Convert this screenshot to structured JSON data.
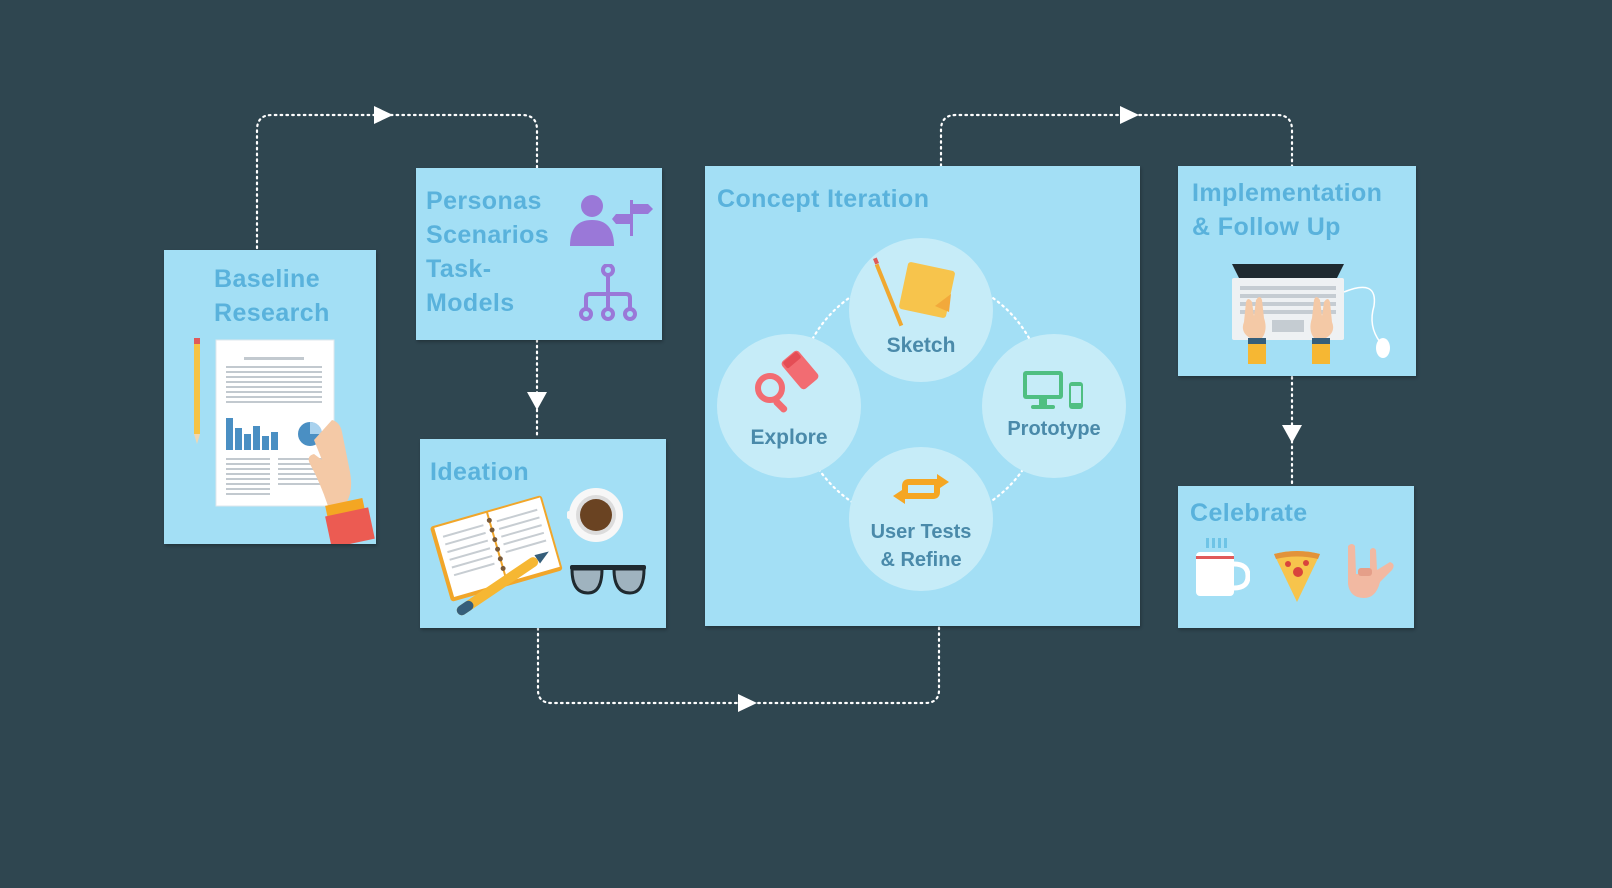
{
  "colors": {
    "background": "#2f4650",
    "panel": "#a3dff5",
    "title_text": "#59b2dc",
    "circle": "#c6ecf8",
    "circle_label": "#4a8aaa",
    "connector": "#ffffff",
    "persona_icon": "#9a78d8",
    "explore_icon": "#f26c72",
    "sketch_icon": "#f7c44c",
    "prototype_icon": "#4fbf82",
    "refine_icon": "#f5a623"
  },
  "stages": {
    "baseline": {
      "line1": "Baseline",
      "line2": "Research",
      "icon": "research-document-icon"
    },
    "personas": {
      "line1": "Personas",
      "line2": "Scenarios",
      "line3": "Task-",
      "line4": "Models",
      "icons": [
        "person-signpost-icon",
        "hierarchy-tree-icon"
      ]
    },
    "ideation": {
      "title": "Ideation",
      "icons": [
        "notebook-pen-icon",
        "coffee-cup-icon",
        "glasses-icon"
      ]
    },
    "concept": {
      "title": "Concept Iteration",
      "steps": {
        "sketch": {
          "label": "Sketch",
          "icon": "pencil-paper-icon"
        },
        "prototype": {
          "label": "Prototype",
          "icon": "devices-icon"
        },
        "refine": {
          "line1": "User Tests",
          "line2": "& Refine",
          "icon": "repeat-arrows-icon"
        },
        "explore": {
          "label": "Explore",
          "icon": "magnifier-flashlight-icon"
        }
      }
    },
    "implementation": {
      "line1": "Implementation",
      "line2": "& Follow Up",
      "icon": "laptop-typing-icon"
    },
    "celebrate": {
      "title": "Celebrate",
      "icons": [
        "hot-mug-icon",
        "pizza-slice-icon",
        "rock-hand-icon"
      ]
    }
  }
}
